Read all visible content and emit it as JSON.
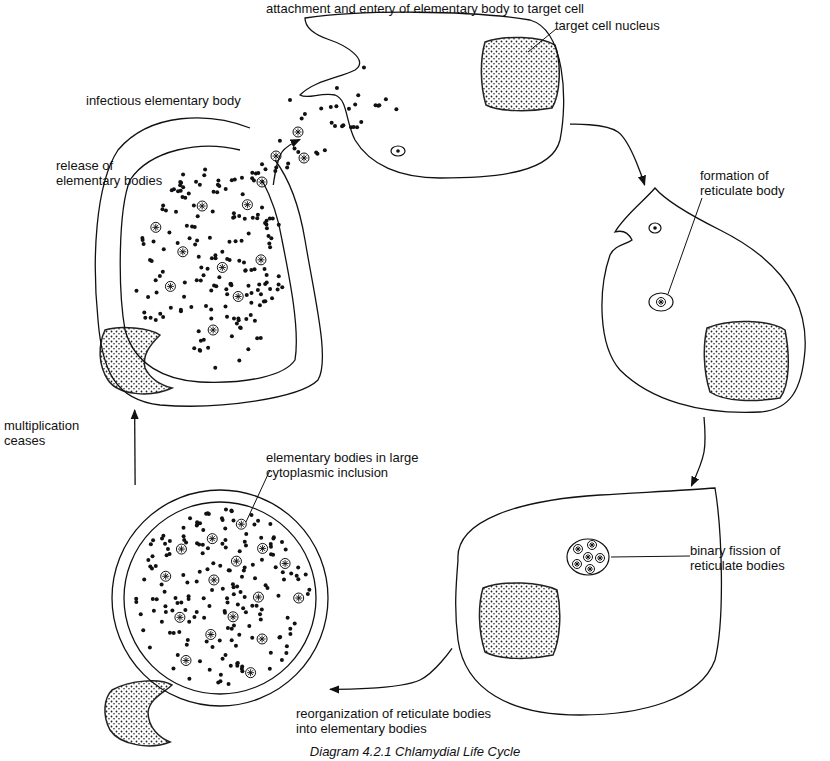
{
  "diagram": {
    "caption": "Diagram 4.2.1 Chlamydial Life Cycle",
    "nodes": [
      {
        "text": [
          "attachment and entery of elementary body to target cell",
          "target cell nucleus"
        ]
      },
      {
        "text": [
          "formation of reticulate body"
        ]
      },
      {
        "text": [
          "binary fission of reticulate bodies"
        ]
      },
      {
        "text": [
          "elementary bodies in large cytoplasmic inclusion"
        ]
      },
      {
        "text": [
          "release of elementary bodies"
        ]
      }
    ],
    "edges": [
      {
        "from": 0,
        "to": 1,
        "arrow": "to"
      },
      {
        "from": 1,
        "to": 2,
        "arrow": "to"
      },
      {
        "from": 2,
        "to": 3,
        "label": "reorganization of reticulate bodies into elementary bodies",
        "arrow": "to"
      },
      {
        "from": 3,
        "to": 4,
        "label": "multiplication ceases",
        "arrow": "to"
      },
      {
        "from": 4,
        "to": 0,
        "arrow": "to"
      }
    ],
    "labels": [
      "infectious elementary body"
    ]
  }
}
